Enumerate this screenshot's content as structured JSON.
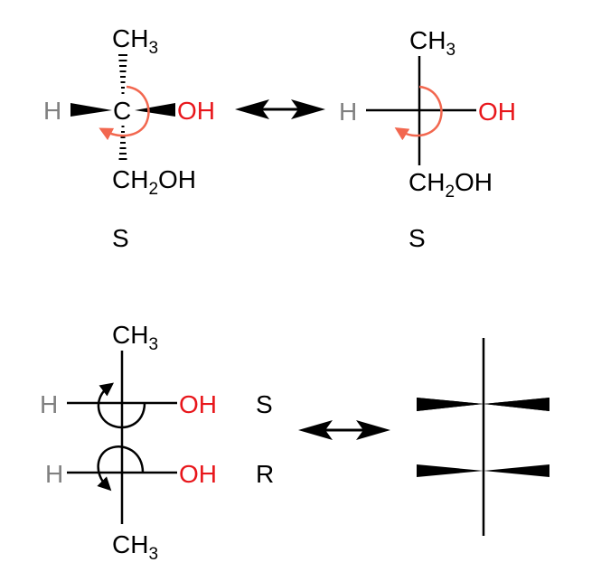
{
  "colors": {
    "bond": "#000000",
    "hydrogen": "#808080",
    "hydroxyl": "#e8161b",
    "arrow_curve": "#f2674f"
  },
  "top_left": {
    "top_group": "CH",
    "top_sub": "3",
    "left_atom": "H",
    "center_atom": "C",
    "right_group": "OH",
    "bottom_group_a": "CH",
    "bottom_sub": "2",
    "bottom_group_b": "OH",
    "config": "S"
  },
  "top_right": {
    "top_group": "CH",
    "top_sub": "3",
    "left_atom": "H",
    "right_group": "OH",
    "bottom_group_a": "CH",
    "bottom_sub": "2",
    "bottom_group_b": "OH",
    "config": "S"
  },
  "bottom_left": {
    "top_group": "CH",
    "top_sub": "3",
    "upper_left_atom": "H",
    "upper_right_group": "OH",
    "upper_config": "S",
    "lower_left_atom": "H",
    "lower_right_group": "OH",
    "lower_config": "R",
    "bottom_group": "CH",
    "bottom_sub": "3"
  },
  "icons": {
    "equivalence_arrow": "double-headed-arrow-icon",
    "rotation_arrow": "curved-arrow-icon"
  }
}
